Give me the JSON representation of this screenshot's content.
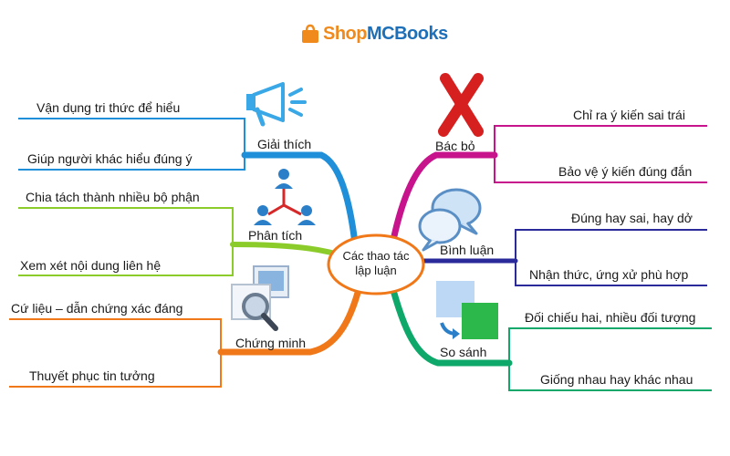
{
  "brand": {
    "name_part1": "Shop",
    "name_part2": "MCBooks"
  },
  "center": {
    "line1": "Các thao tác",
    "line2": "lập luận"
  },
  "branches": [
    {
      "label": "Giải thích",
      "color": "#1e8fd8",
      "icon": "megaphone-icon",
      "children": [
        "Vận dụng tri thức để hiểu",
        "Giúp người khác hiểu đúng ý"
      ]
    },
    {
      "label": "Phân tích",
      "color": "#8ccc2a",
      "icon": "people-network-icon",
      "children": [
        "Chia tách thành nhiều bộ phận",
        "Xem xét nội dung liên hệ"
      ]
    },
    {
      "label": "Chứng minh",
      "color": "#f07818",
      "icon": "magnifier-picture-icon",
      "children": [
        "Cứ liệu – dẫn chứng xác đáng",
        "Thuyết phục tin tưởng"
      ]
    },
    {
      "label": "Bác bỏ",
      "color": "#c8148c",
      "icon": "red-x-icon",
      "children": [
        "Chỉ ra ý kiến sai trái",
        "Bảo vệ ý kiến đúng đắn"
      ]
    },
    {
      "label": "Bình luận",
      "color": "#2a2a9a",
      "icon": "speech-bubbles-icon",
      "children": [
        "Đúng hay sai, hay dở",
        "Nhận thức, ứng xử phù hợp"
      ]
    },
    {
      "label": "So sánh",
      "color": "#0ea86a",
      "icon": "compare-squares-icon",
      "children": [
        "Đối chiếu hai, nhiều đối tượng",
        "Giống nhau hay khác nhau"
      ]
    }
  ],
  "colors": {
    "center_ring": "#f07818",
    "logo_orange": "#f08a1c",
    "logo_blue": "#1d6fb8"
  }
}
